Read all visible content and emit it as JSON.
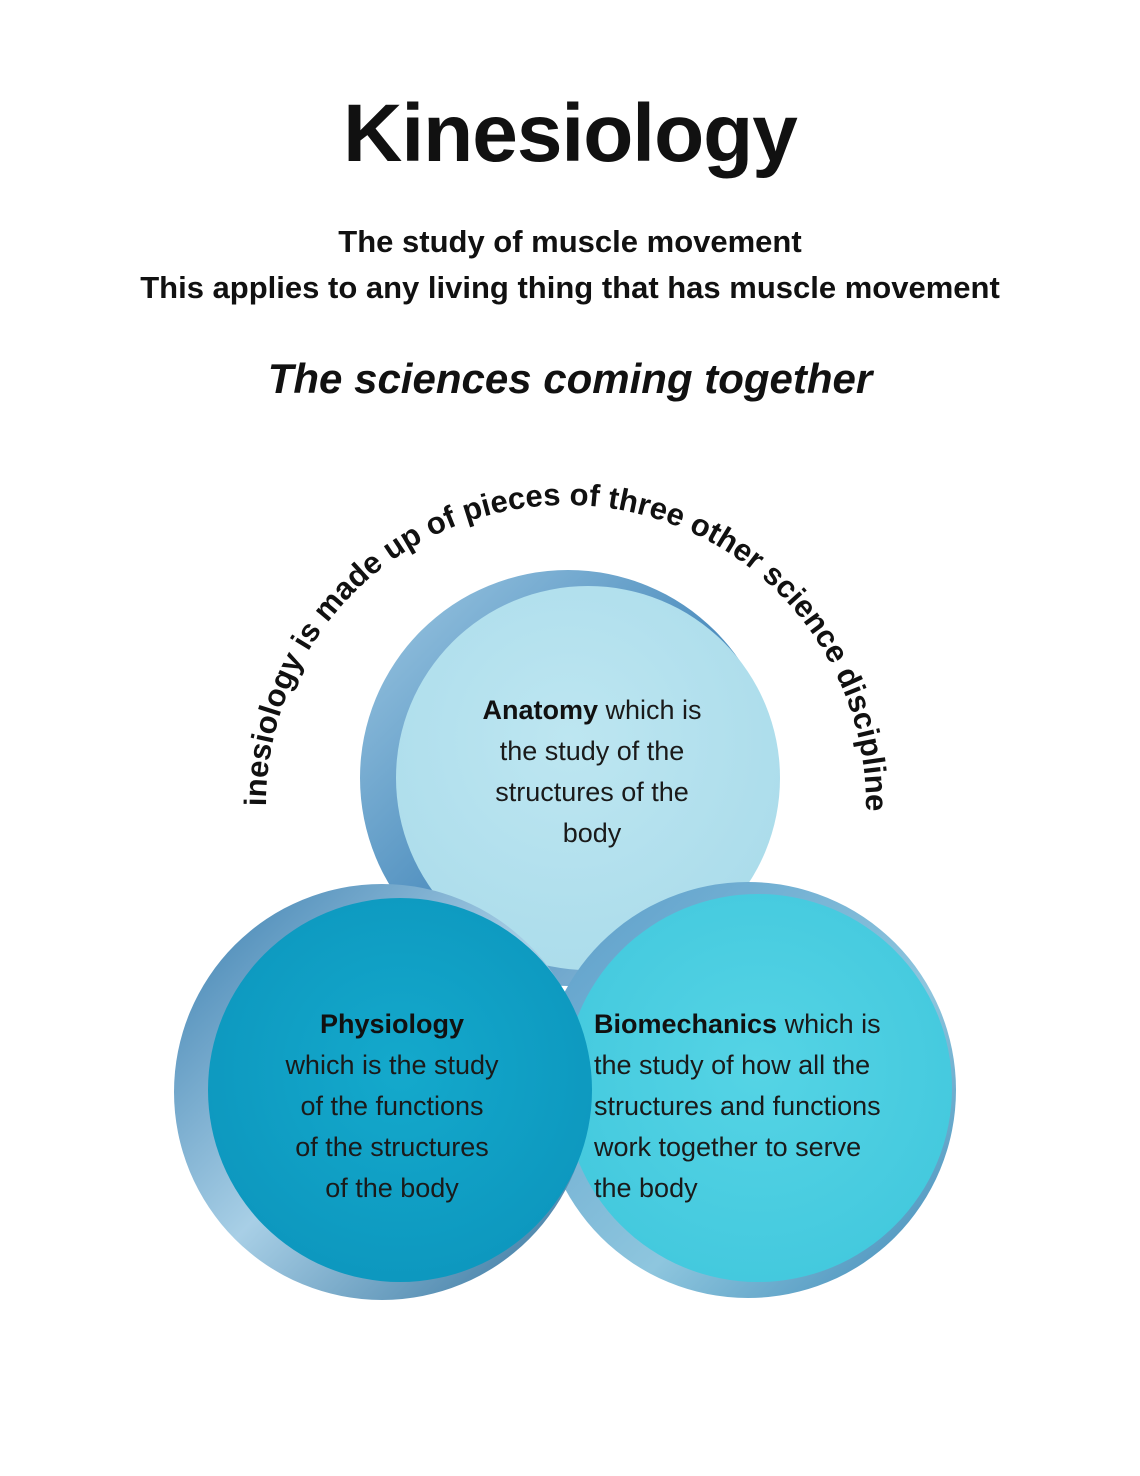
{
  "title": "Kinesiology",
  "subtitle_line1": "The study of muscle movement",
  "subtitle_line2": "This applies to any living thing that has muscle movement",
  "tagline": "The sciences coming together",
  "arc_text": "Kinesiology is made up of pieces of three other science disciplines",
  "anatomy": {
    "term": "Anatomy",
    "line1_rest": " which is",
    "line2": "the study of the",
    "line3": "structures of the",
    "line4": "body"
  },
  "physiology": {
    "term": "Physiology",
    "line2": "which is the study",
    "line3": "of the functions",
    "line4": "of the structures",
    "line5": "of the body"
  },
  "biomechanics": {
    "term": "Biomechanics",
    "line1_rest": " which is",
    "line2": "the study of how all the",
    "line3": "structures and functions",
    "line4": "work together to serve",
    "line5": "the body"
  },
  "colors": {
    "anatomy_fill": "#b3e1ee",
    "physiology_fill": "#11a1c6",
    "biomechanics_fill": "#4dcfe1",
    "edge_dark": "#2f6f9a",
    "edge_light": "#9cc8e0"
  }
}
